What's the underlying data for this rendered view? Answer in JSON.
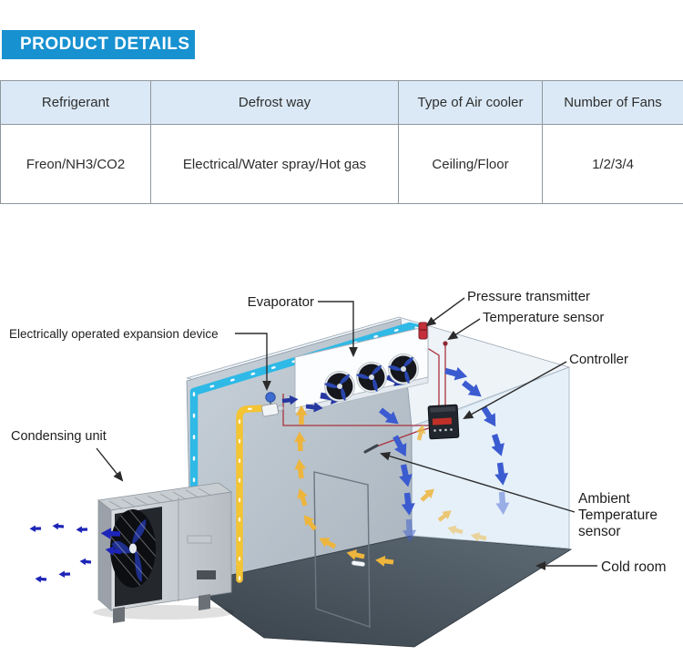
{
  "header": {
    "title": "PRODUCT DETAILS"
  },
  "table": {
    "columns": [
      "Refrigerant",
      "Defrost way",
      "Type of Air cooler",
      "Number of Fans"
    ],
    "rows": [
      [
        "Freon/NH3/CO2",
        "Electrical/Water spray/Hot gas",
        "Ceiling/Floor",
        "1/2/3/4"
      ]
    ]
  },
  "diagram": {
    "labels": {
      "evaporator": "Evaporator",
      "pressure_transmitter": "Pressure transmitter",
      "temperature_sensor": "Temperature sensor",
      "controller": "Controller",
      "expansion_device": "Electrically operated expansion device",
      "condensing_unit": "Condensing unit",
      "ambient_lines": [
        "Ambient",
        "Temperature",
        "sensor"
      ],
      "cold_room": "Cold room"
    },
    "colors": {
      "banner_blue": "#1791d0",
      "table_header_bg": "#dbe9f6",
      "pipe_cyan": "#2fb9e6",
      "pipe_yellow": "#f3c433",
      "arrow_blue": "#3b5bd0",
      "arrow_navy": "#2637a0",
      "arrow_dark_blue": "#1d24b8",
      "arrow_yellow": "#edb53c",
      "wall_gray": "#bcc6cf",
      "floor_dark": "#424c55",
      "controller_display_red": "#c03028"
    }
  }
}
